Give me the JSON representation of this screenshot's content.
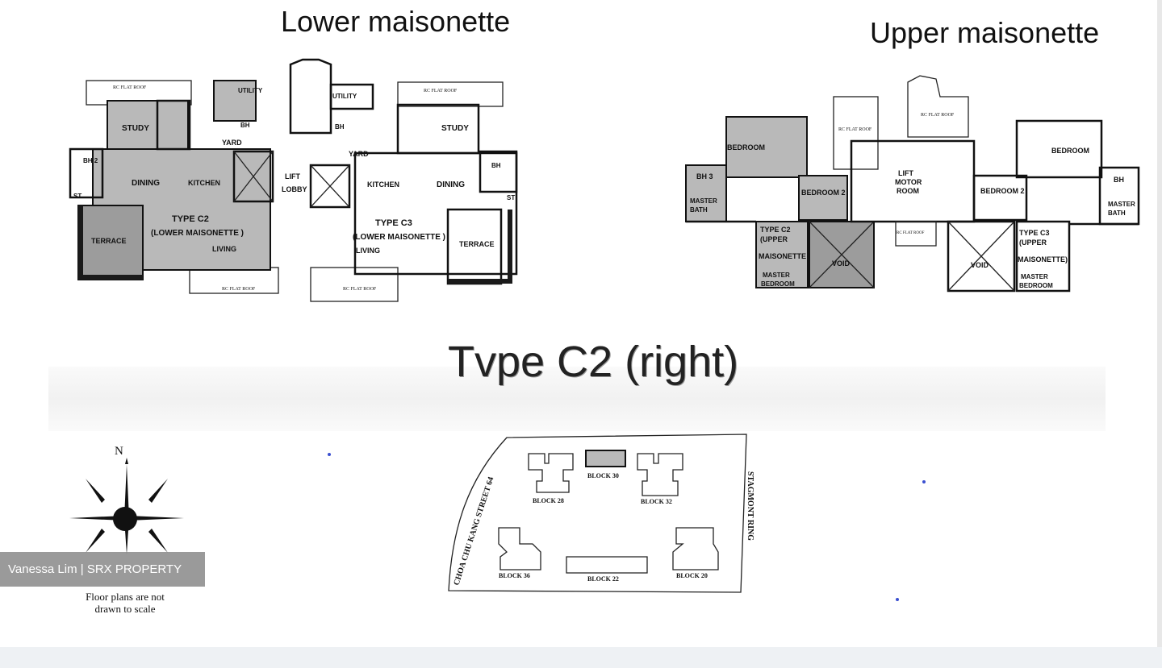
{
  "titles": {
    "lower": "Lower maisonette",
    "upper": "Upper maisonette",
    "type": "Tvpe C2 (right)"
  },
  "lower_plan": {
    "roof_labels": [
      "RC FLAT ROOF",
      "RC FLAT ROOF",
      "RC FLAT ROOF",
      "RC FLAT ROOF"
    ],
    "rooms": {
      "study_left": "STUDY",
      "study_right": "STUDY",
      "utility_left": "UTILITY",
      "utility_right": "UTILITY",
      "bh_left": "BH",
      "bh_right": "BH",
      "bh2": "BH 2",
      "bh_far_right": "BH",
      "st_left": "ST",
      "st_right": "ST",
      "yard_left": "YARD",
      "yard_right": "YARD",
      "dining_left": "DINING",
      "dining_right": "DINING",
      "kitchen_left": "KITCHEN",
      "kitchen_right": "KITCHEN",
      "lift_lobby_1": "LIFT",
      "lift_lobby_2": "LOBBY",
      "terrace_left": "TERRACE",
      "terrace_right": "TERRACE",
      "type_c2": "TYPE C2",
      "type_c2_sub": "(LOWER MAISONETTE )",
      "type_c3": "TYPE C3",
      "type_c3_sub": "(LOWER MAISONETTE )",
      "living_left": "LIVING",
      "living_right": "LIVING"
    }
  },
  "upper_plan": {
    "roof_labels": [
      "RC FLAT ROOF",
      "RC FLAT ROOF",
      "RC FLAT ROOF"
    ],
    "rooms": {
      "bedroom_left": "BEDROOM",
      "bedroom_right": "BEDROOM",
      "bh3": "BH 3",
      "bh_right": "BH",
      "master_bath_left_1": "MASTER",
      "master_bath_left_2": "BATH",
      "master_bath_right_1": "MASTER",
      "master_bath_right_2": "BATH",
      "bedroom2_left": "BEDROOM 2",
      "bedroom2_right": "BEDROOM 2",
      "lift_motor_1": "LIFT",
      "lift_motor_2": "MOTOR",
      "lift_motor_3": "ROOM",
      "void_left": "VOID",
      "void_right": "VOID",
      "type_c2_1": "TYPE C2",
      "type_c2_2": "(UPPER",
      "type_c2_3": "MAISONETTE",
      "type_c3_1": "TYPE C3",
      "type_c3_2": "(UPPER",
      "type_c3_3": "MAISONETTE)",
      "master_bed_left_1": "MASTER",
      "master_bed_left_2": "BEDROOM",
      "master_bed_right_1": "MASTER",
      "master_bed_right_2": "BEDROOM"
    }
  },
  "site_plan": {
    "street_left": "CHOA CHU KANG STREET 64",
    "street_right": "STAGMONT RING",
    "blocks": [
      "BLOCK 28",
      "BLOCK 30",
      "BLOCK 32",
      "BLOCK 36",
      "BLOCK 22",
      "BLOCK 20"
    ]
  },
  "compass": {
    "label": "N"
  },
  "watermark": "Vanessa Lim | SRX PROPERTY",
  "note": [
    "Floor plans are not",
    "drawn to scale"
  ]
}
